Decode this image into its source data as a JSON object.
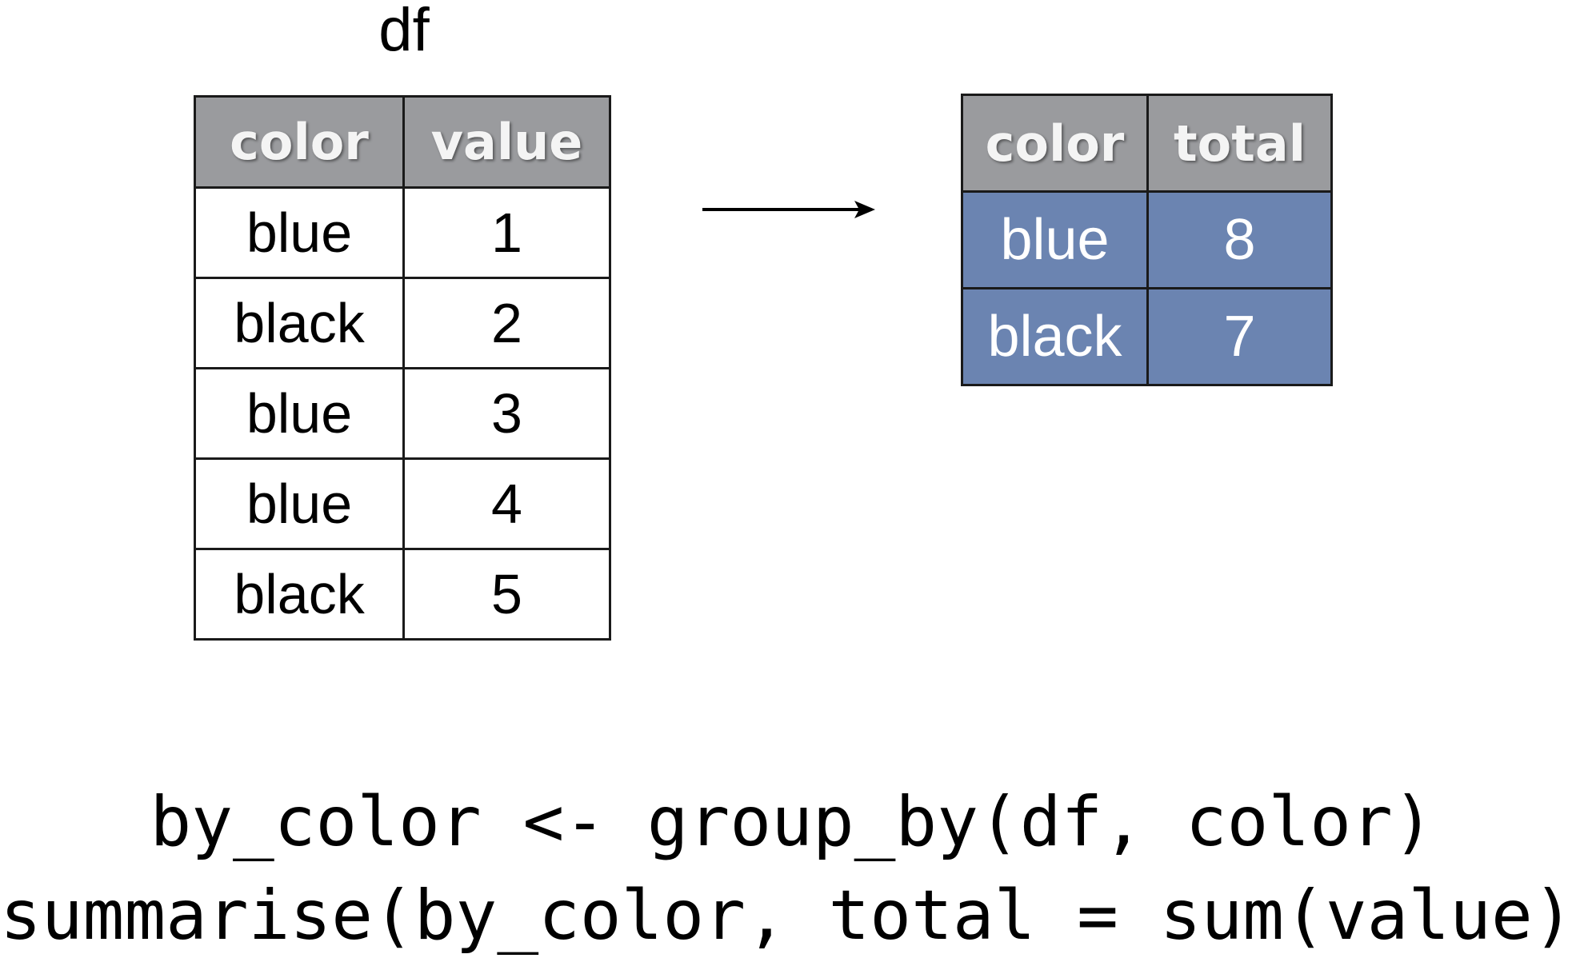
{
  "input_table": {
    "name": "df",
    "headers": [
      "color",
      "value"
    ],
    "rows": [
      [
        "blue",
        "1"
      ],
      [
        "black",
        "2"
      ],
      [
        "blue",
        "3"
      ],
      [
        "blue",
        "4"
      ],
      [
        "black",
        "5"
      ]
    ]
  },
  "output_table": {
    "headers": [
      "color",
      "total"
    ],
    "rows": [
      [
        "blue",
        "8"
      ],
      [
        "black",
        "7"
      ]
    ]
  },
  "code": [
    "by_color <- group_by(df, color)",
    "summarise(by_color, total = sum(value))"
  ],
  "colors": {
    "header_bg": "#9a9b9e",
    "output_cell_bg": "#6b84b1"
  },
  "icons": {
    "transform_arrow": "right-arrow"
  }
}
